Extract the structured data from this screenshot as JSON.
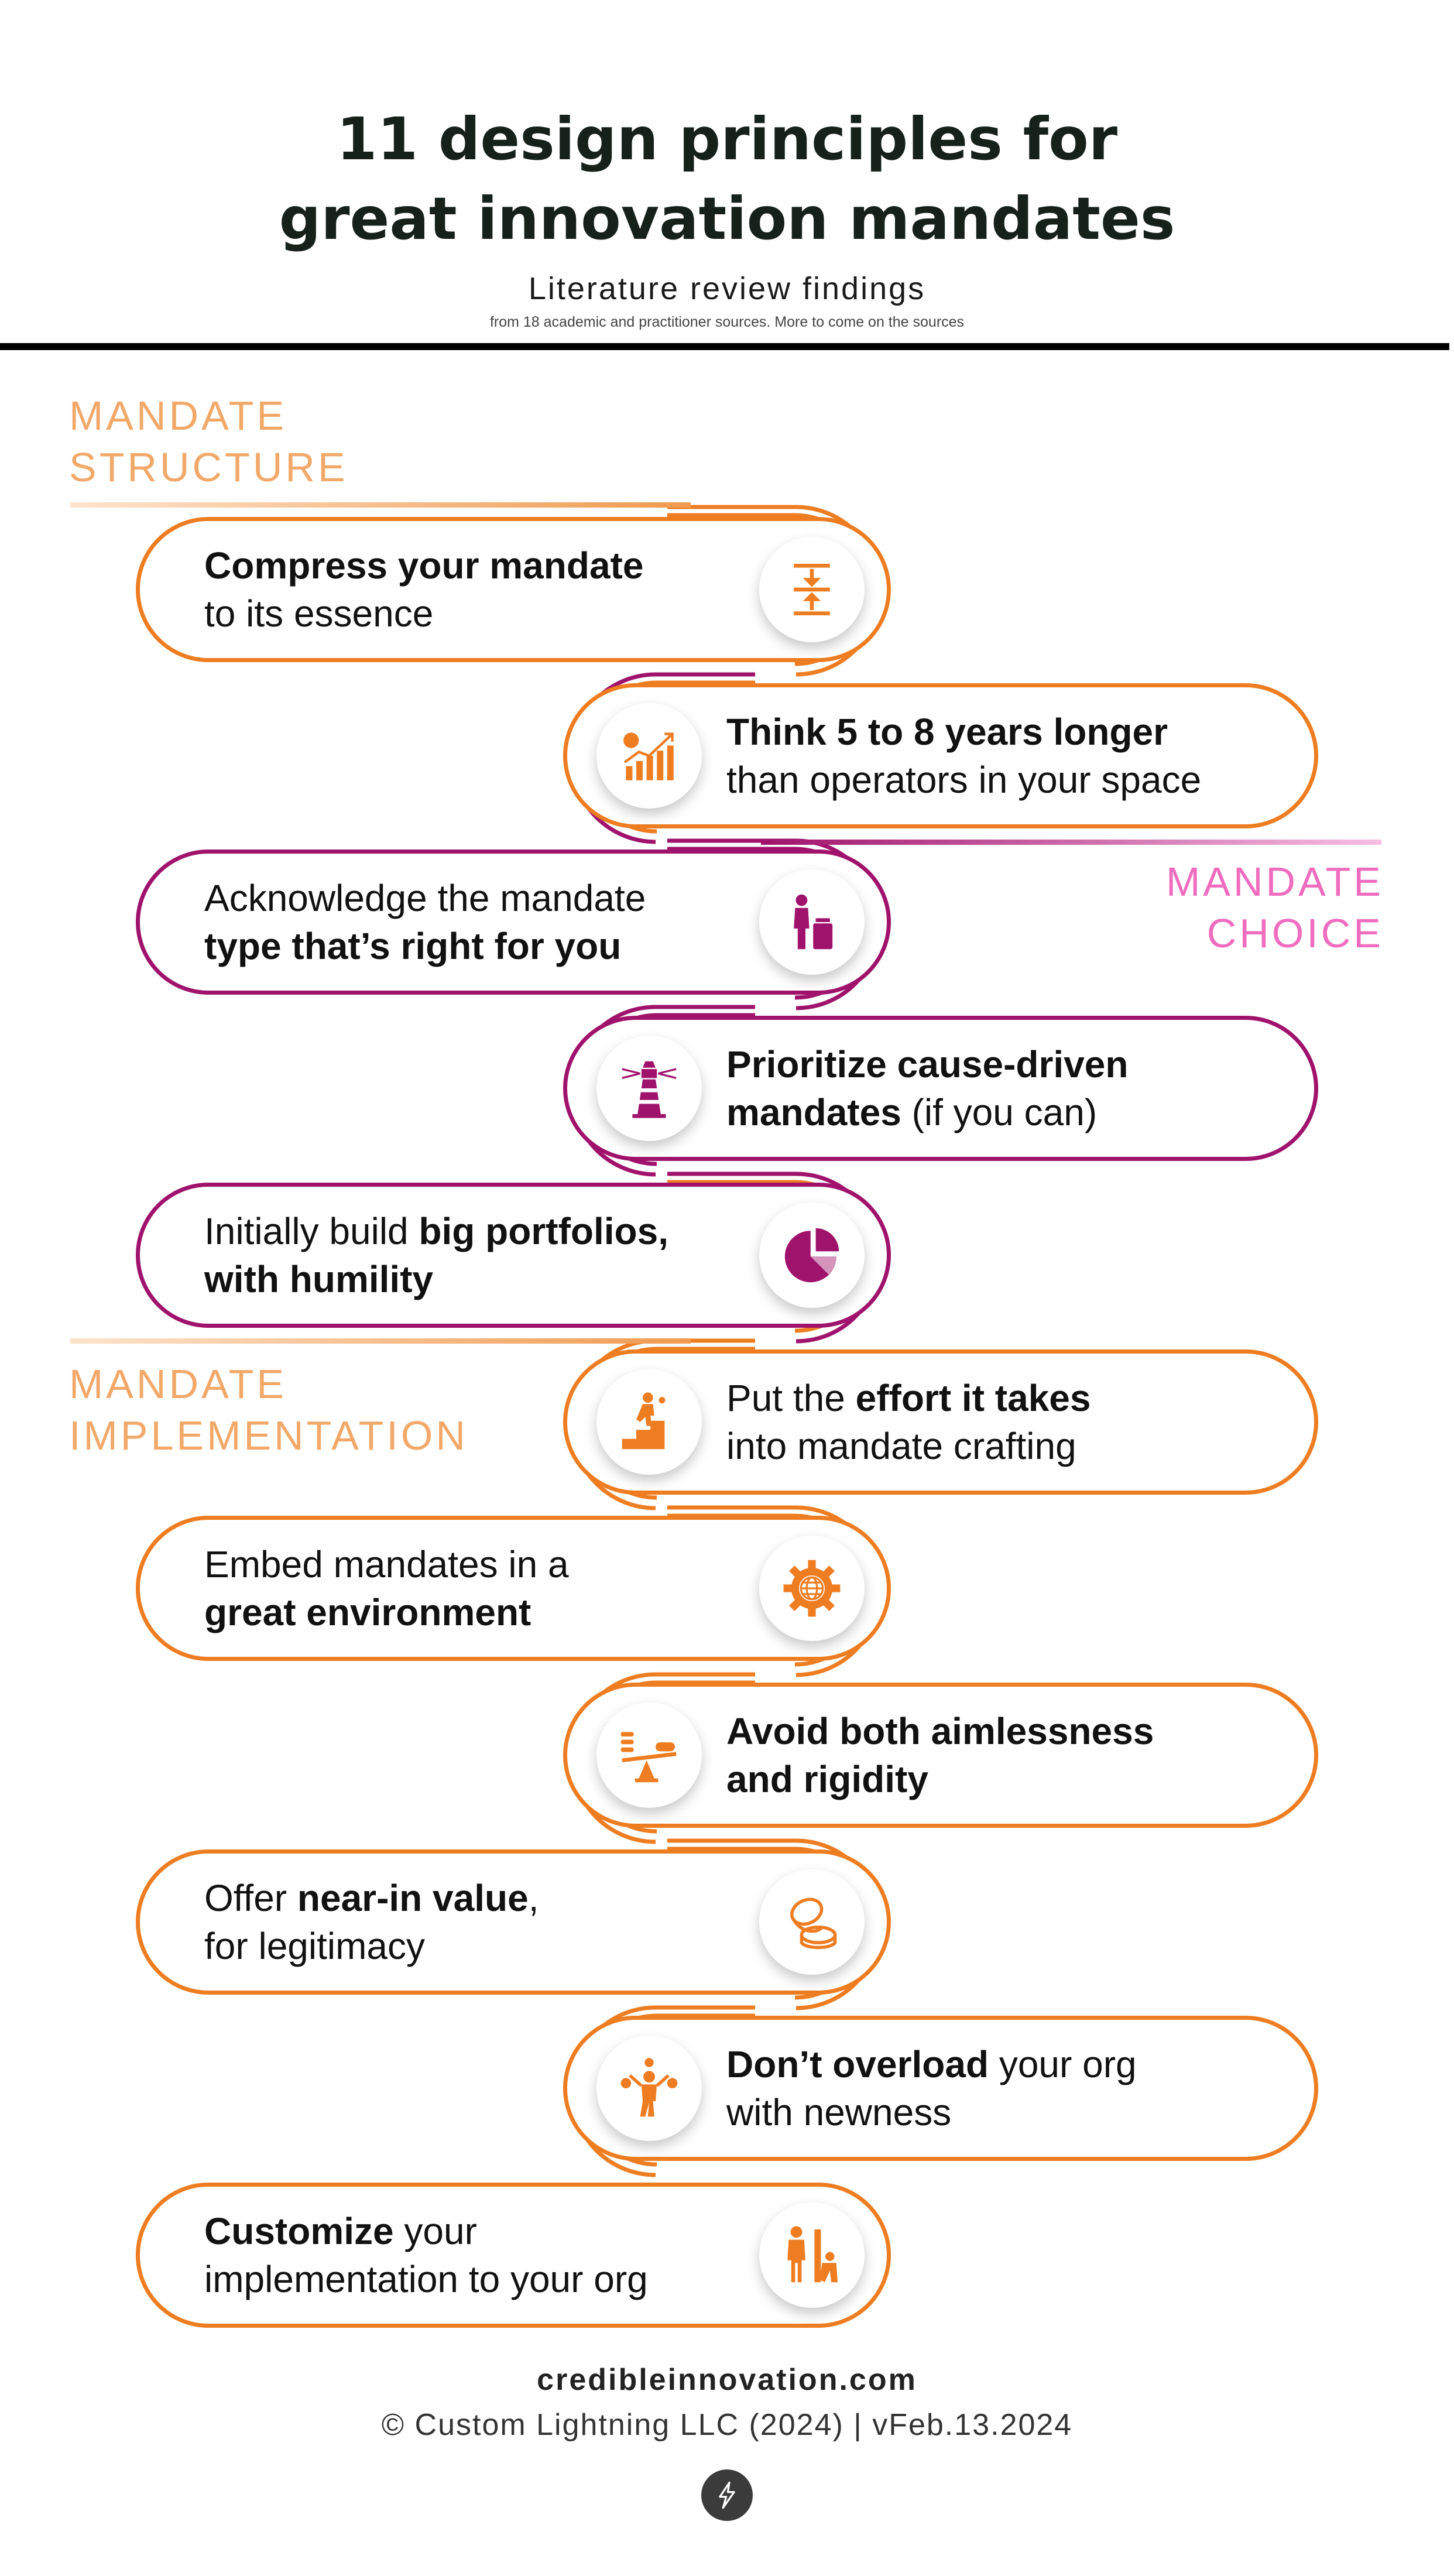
{
  "header": {
    "title_line1": "11 design principles for",
    "title_line2": "great innovation mandates",
    "subtitle": "Literature review findings",
    "source_note": "from 18 academic and practitioner sources. More to come on the sources"
  },
  "sections": {
    "structure": {
      "line1": "MANDATE",
      "line2": "STRUCTURE",
      "color": "#f2a868"
    },
    "choice": {
      "line1": "MANDATE",
      "line2": "CHOICE",
      "color": "#ef6cbe"
    },
    "implementation": {
      "line1": "MANDATE",
      "line2": "IMPLEMENTATION",
      "color": "#f2a868"
    }
  },
  "colors": {
    "orange": "#ee7d22",
    "magenta": "#a0136c",
    "dark": "#16211c"
  },
  "principles": [
    {
      "l1": [
        {
          "t": "Compress your mandate",
          "b": true
        }
      ],
      "l2": [
        {
          "t": "to its essence",
          "b": false
        }
      ],
      "icon": "compress-icon"
    },
    {
      "l1": [
        {
          "t": "Think 5 to 8 years longer",
          "b": true
        }
      ],
      "l2": [
        {
          "t": "than operators in your space",
          "b": false
        }
      ],
      "icon": "growth-chart-icon"
    },
    {
      "l1": [
        {
          "t": "Acknowledge the mandate",
          "b": false
        }
      ],
      "l2": [
        {
          "t": "type that’s right for you",
          "b": true
        }
      ],
      "icon": "person-with-bin-icon"
    },
    {
      "l1": [
        {
          "t": "Prioritize cause-driven",
          "b": true
        }
      ],
      "l2": [
        {
          "t": "mandates",
          "b": true
        },
        {
          "t": " (if you can)",
          "b": false
        }
      ],
      "icon": "lighthouse-icon"
    },
    {
      "l1": [
        {
          "t": "Initially build ",
          "b": false
        },
        {
          "t": "big portfolios,",
          "b": true
        }
      ],
      "l2": [
        {
          "t": "with humility",
          "b": true
        }
      ],
      "icon": "pie-chart-icon"
    },
    {
      "l1": [
        {
          "t": "Put the ",
          "b": false
        },
        {
          "t": "effort it takes",
          "b": true
        }
      ],
      "l2": [
        {
          "t": "into mandate crafting",
          "b": false
        }
      ],
      "icon": "climbing-stairs-icon"
    },
    {
      "l1": [
        {
          "t": "Embed mandates in a",
          "b": false
        }
      ],
      "l2": [
        {
          "t": "great environment",
          "b": true
        }
      ],
      "icon": "globe-gear-icon"
    },
    {
      "l1": [
        {
          "t": "Avoid both aimlessness",
          "b": true
        }
      ],
      "l2": [
        {
          "t": "and rigidity",
          "b": true
        }
      ],
      "icon": "seesaw-balance-icon"
    },
    {
      "l1": [
        {
          "t": "Offer ",
          "b": false
        },
        {
          "t": "near-in value",
          "b": true
        },
        {
          "t": ",",
          "b": false
        }
      ],
      "l2": [
        {
          "t": "for legitimacy",
          "b": false
        }
      ],
      "icon": "coins-icon"
    },
    {
      "l1": [
        {
          "t": "Don’t overload",
          "b": true
        },
        {
          "t": " your org",
          "b": false
        }
      ],
      "l2": [
        {
          "t": "with newness",
          "b": false
        }
      ],
      "icon": "overloaded-person-icon"
    },
    {
      "l1": [
        {
          "t": "Customize",
          "b": true
        },
        {
          "t": " your",
          "b": false
        }
      ],
      "l2": [
        {
          "t": "implementation to your org",
          "b": false
        }
      ],
      "icon": "person-measuring-icon"
    }
  ],
  "footer": {
    "site": "credibleinnovation.com",
    "copyright": "© Custom Lightning LLC (2024) | vFeb.13.2024",
    "logo_icon": "lightning-bolt-icon"
  }
}
